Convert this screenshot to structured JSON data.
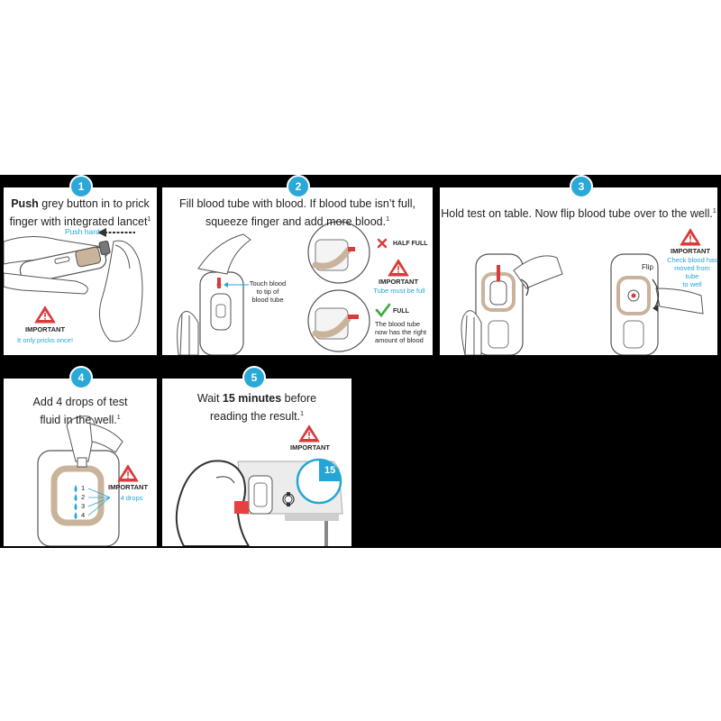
{
  "steps": [
    {
      "number": "1",
      "title_bold": "Push",
      "title_line1_rest": " grey button in to prick",
      "title_line2": "finger with integrated lancet",
      "footnote": "1",
      "push_label": "Push hard",
      "important": "IMPORTANT",
      "note": "It only pricks once!"
    },
    {
      "number": "2",
      "title_line1": "Fill blood tube with blood. If blood tube isn’t full,",
      "title_line2": "squeeze finger and add more blood.",
      "footnote": "1",
      "touch_label": [
        "Touch blood",
        "to tip of",
        "blood tube"
      ],
      "half_full": "HALF FULL",
      "important": "IMPORTANT",
      "important_note": "Tube must be full",
      "full": "FULL",
      "full_note": [
        "The blood tube",
        "now has the right",
        "amount of blood"
      ]
    },
    {
      "number": "3",
      "title": "Hold test on table. Now flip blood tube over to the well.",
      "footnote": "1",
      "flip_label": "Flip",
      "important": "IMPORTANT",
      "important_note": [
        "Check blood has",
        "moved from tube",
        "to well"
      ]
    },
    {
      "number": "4",
      "title_line1": "Add 4 drops of test",
      "title_line2": "fluid in the well.",
      "footnote": "1",
      "drop_numbers": [
        "1",
        "2",
        "3",
        "4"
      ],
      "important": "IMPORTANT",
      "important_note": "4 drops"
    },
    {
      "number": "5",
      "title_line1_pre": "Wait ",
      "title_bold": "15 minutes",
      "title_line1_post": " before",
      "title_line2": "reading the result.",
      "footnote": "1",
      "important": "IMPORTANT",
      "timer": "15"
    }
  ],
  "colors": {
    "accent": "#2aa8d8",
    "warning": "#d93a3a",
    "check": "#3aaa3a",
    "tube": "#c9b39a"
  }
}
